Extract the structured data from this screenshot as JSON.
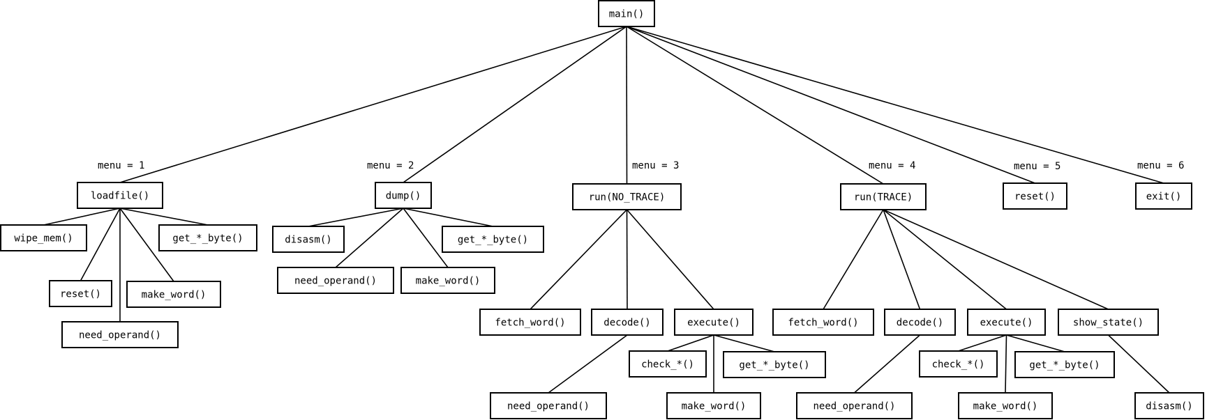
{
  "nodes": {
    "main": "main()",
    "loadfile": "loadfile()",
    "wipe_mem": "wipe_mem()",
    "lf_reset": "reset()",
    "lf_need_operand": "need_operand()",
    "lf_make_word": "make_word()",
    "lf_get_byte": "get_*_byte()",
    "dump": "dump()",
    "dump_disasm": "disasm()",
    "dump_need_operand": "need_operand()",
    "dump_make_word": "make_word()",
    "dump_get_byte": "get_*_byte()",
    "run_notrace": "run(NO_TRACE)",
    "nt_fetch_word": "fetch_word()",
    "nt_decode": "decode()",
    "nt_need_operand": "need_operand()",
    "nt_execute": "execute()",
    "nt_check": "check_*()",
    "nt_make_word": "make_word()",
    "nt_get_byte": "get_*_byte()",
    "run_trace": "run(TRACE)",
    "t_fetch_word": "fetch_word()",
    "t_decode": "decode()",
    "t_need_operand": "need_operand()",
    "t_execute": "execute()",
    "t_check": "check_*()",
    "t_make_word": "make_word()",
    "t_get_byte": "get_*_byte()",
    "t_show_state": "show_state()",
    "t_disasm": "disasm()",
    "menu_reset": "reset()",
    "menu_exit": "exit()"
  },
  "edge_labels": {
    "menu1": "menu = 1",
    "menu2": "menu = 2",
    "menu3": "menu = 3",
    "menu4": "menu = 4",
    "menu5": "menu = 5",
    "menu6": "menu = 6"
  },
  "edges": [
    [
      "main",
      "loadfile"
    ],
    [
      "main",
      "dump"
    ],
    [
      "main",
      "run_notrace"
    ],
    [
      "main",
      "run_trace"
    ],
    [
      "main",
      "menu_reset"
    ],
    [
      "main",
      "menu_exit"
    ],
    [
      "loadfile",
      "wipe_mem"
    ],
    [
      "loadfile",
      "lf_reset"
    ],
    [
      "loadfile",
      "lf_need_operand"
    ],
    [
      "loadfile",
      "lf_make_word"
    ],
    [
      "loadfile",
      "lf_get_byte"
    ],
    [
      "dump",
      "dump_disasm"
    ],
    [
      "dump",
      "dump_need_operand"
    ],
    [
      "dump",
      "dump_make_word"
    ],
    [
      "dump",
      "dump_get_byte"
    ],
    [
      "run_notrace",
      "nt_fetch_word"
    ],
    [
      "run_notrace",
      "nt_decode"
    ],
    [
      "run_notrace",
      "nt_execute"
    ],
    [
      "nt_decode",
      "nt_need_operand"
    ],
    [
      "nt_execute",
      "nt_check"
    ],
    [
      "nt_execute",
      "nt_make_word"
    ],
    [
      "nt_execute",
      "nt_get_byte"
    ],
    [
      "run_trace",
      "t_fetch_word"
    ],
    [
      "run_trace",
      "t_decode"
    ],
    [
      "run_trace",
      "t_execute"
    ],
    [
      "run_trace",
      "t_show_state"
    ],
    [
      "t_decode",
      "t_need_operand"
    ],
    [
      "t_execute",
      "t_check"
    ],
    [
      "t_execute",
      "t_make_word"
    ],
    [
      "t_execute",
      "t_get_byte"
    ],
    [
      "t_show_state",
      "t_disasm"
    ]
  ]
}
